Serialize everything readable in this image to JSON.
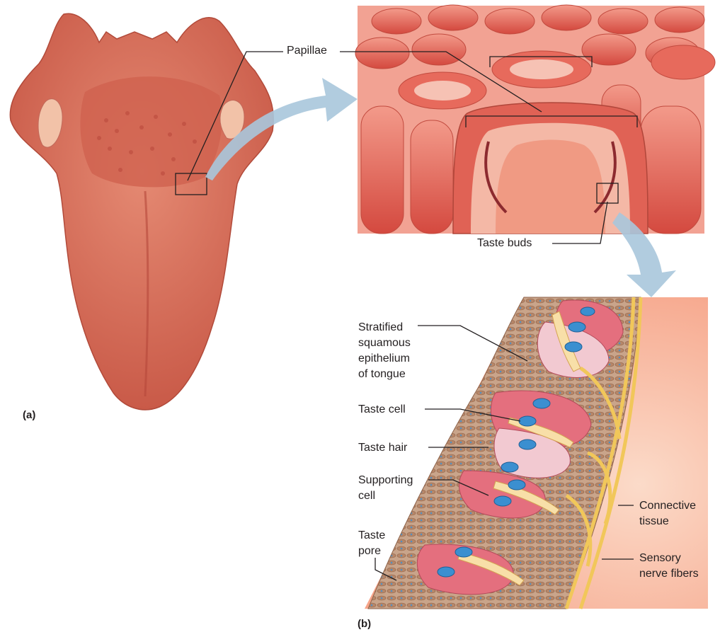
{
  "panels": {
    "a": "(a)",
    "b": "(b)"
  },
  "labels": {
    "papillae": "Papillae",
    "taste_buds": "Taste buds",
    "stratified": "Stratified\nsquamous\nepithelium\nof tongue",
    "taste_cell": "Taste cell",
    "taste_hair": "Taste hair",
    "supporting_cell": "Supporting\ncell",
    "taste_pore": "Taste\npore",
    "connective_tissue": "Connective\ntissue",
    "sensory_nerve": "Sensory\nnerve fibers"
  },
  "colors": {
    "tongue": "#d9705c",
    "tissue": "#ec8a7c",
    "arrow": "#a9c6dc",
    "taste_cell": "#e46f7e",
    "nucleus": "#3b8fd0",
    "nerve": "#f1c75a",
    "epithelium": "#b98e70"
  }
}
